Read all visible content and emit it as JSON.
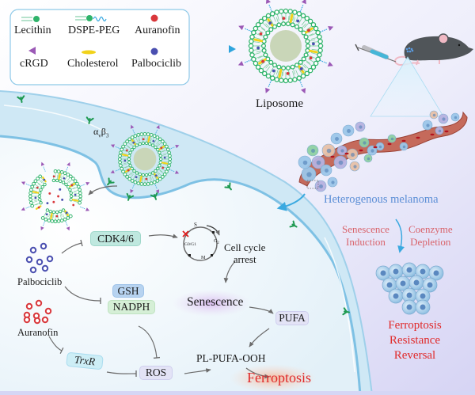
{
  "legend": {
    "items": [
      {
        "icon": "lecithin-icon",
        "label": "Lecithin"
      },
      {
        "icon": "dspe-peg-icon",
        "label": "DSPE-PEG"
      },
      {
        "icon": "auranofin-icon",
        "label": "Auranofin"
      },
      {
        "icon": "crgd-icon",
        "label": "cRGD"
      },
      {
        "icon": "cholesterol-icon",
        "label": "Cholesterol"
      },
      {
        "icon": "palbociclib-icon",
        "label": "Palbociclib"
      }
    ]
  },
  "liposome_label": "Liposome",
  "receptor_label": {
    "alpha": "α",
    "alpha_sub": "v",
    "beta": "β",
    "beta_sub": "3"
  },
  "tumor_label": "Heterogenous melanoma",
  "mechanisms": {
    "left": [
      "Senescence",
      "Induction"
    ],
    "right": [
      "Coenzyme",
      "Depletion"
    ]
  },
  "outcome": [
    "Ferroptosis",
    "Resistance",
    "Reversal"
  ],
  "drugs": {
    "palbociclib": "Palbociclib",
    "auranofin": "Auranofin"
  },
  "pathway": {
    "cdk": "CDK4/6",
    "gsh": "GSH",
    "nadph": "NADPH",
    "trxr": "TrxR",
    "ros": "ROS",
    "cell_cycle": [
      "Cell cycle",
      "arrest"
    ],
    "cycle_phases": {
      "s": "S",
      "g2": "G",
      "g2_sub": "2",
      "g0g1": "G0/G1",
      "m": "M"
    },
    "senescence": "Senescence",
    "pufa": "PUFA",
    "pl_pufa_ooh": "PL-PUFA-OOH",
    "ferroptosis": "Ferroptosis"
  },
  "colors": {
    "legend_border": "#8ec9e8",
    "membrane": "#9fd0ea",
    "lipid_green": "#2fb36a",
    "crgd_purple": "#9b59b6",
    "peg_blue": "#3aa9e0",
    "auranofin_red": "#d9373b",
    "palbociclib_blue": "#4a4fb0",
    "cholesterol_yellow": "#f1d21a",
    "ferroptosis_red": "#e02a2a",
    "mechanism_red": "#d9636b",
    "tumor_label_blue": "#5b8ed6",
    "cdk_teal": "#bfe8df",
    "gsh_blue": "#b7d3f0",
    "nadph_green": "#d5efd6",
    "pufa_lavender": "#e3e3f6"
  }
}
